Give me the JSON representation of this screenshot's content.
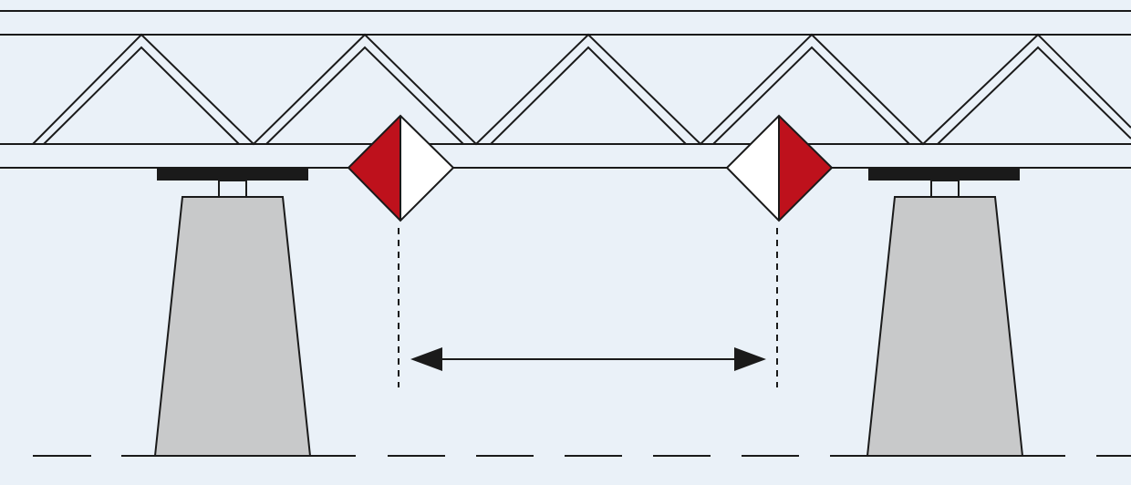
{
  "diagram": {
    "colors": {
      "background": "#eaf1f8",
      "outline": "#1a1a1a",
      "pier_fill": "#c8c9ca",
      "bearing_fill": "#1a1a1a",
      "marker_red": "#be111c",
      "marker_white": "#ffffff"
    },
    "elements": {
      "truss": "bridge-truss",
      "piers": [
        "left-pier",
        "right-pier"
      ],
      "markers": [
        "left-fairway-marker",
        "right-fairway-marker"
      ],
      "dimension": "navigation-channel-width-arrow",
      "water": "water-level-line"
    }
  }
}
